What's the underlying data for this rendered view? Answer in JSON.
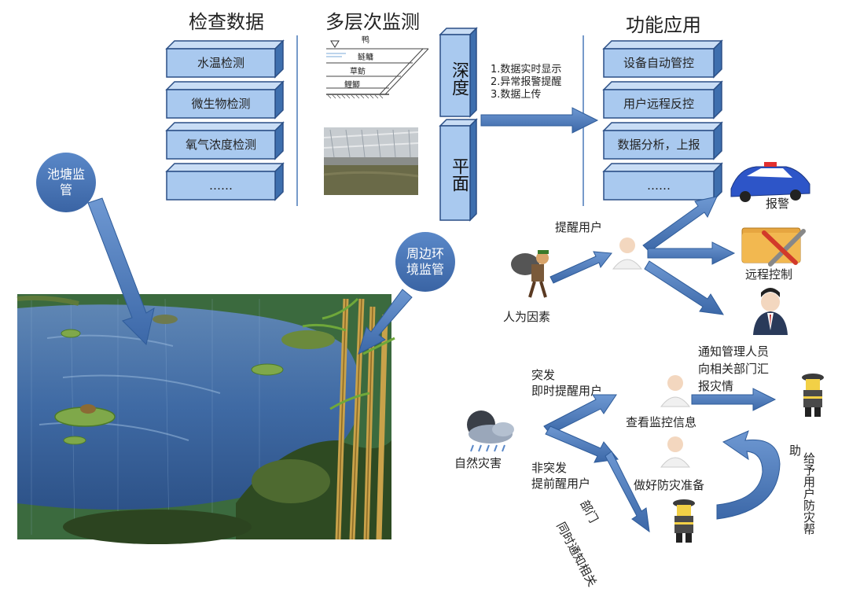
{
  "headers": {
    "inspect": "检查数据",
    "multilayer": "多层次监测",
    "function": "功能应用"
  },
  "inspect_items": [
    "水温检测",
    "微生物检测",
    "氧气浓度检测",
    "……"
  ],
  "function_items": [
    "设备自动管控",
    "用户远程反控",
    "数据分析，上报",
    "……"
  ],
  "fish_layers": [
    "鸭",
    "鲢鳙",
    "草鲂",
    "鲤鲫"
  ],
  "dimensions": {
    "depth": "深度",
    "plane": "平面"
  },
  "features": [
    "1.数据实时显示",
    "2.异常报警提醒",
    "3.数据上传"
  ],
  "circles": {
    "pond": "池塘监管",
    "environment": "周边环境监管"
  },
  "human_flow": {
    "remind": "提醒用户",
    "human": "人为因素",
    "alarm": "报警",
    "remote": "远程控制",
    "notify": [
      "通知管理人员",
      "向相关部门汇",
      "报灾情"
    ]
  },
  "disaster_flow": {
    "natural": "自然灾害",
    "sudden": [
      "突发",
      "即时提醒用户"
    ],
    "nonsudden": [
      "非突发",
      "提前醒用户"
    ],
    "check": "查看监控信息",
    "prepare": "做好防灾准备",
    "help": [
      "给予用户防灾帮",
      "助"
    ],
    "dept": [
      "同时通知相关",
      "部门"
    ]
  },
  "colors": {
    "box_front": "#a9c9ef",
    "box_side": "#3e6fae",
    "arrow": "#4a78b8",
    "circle": "#4472b4"
  }
}
